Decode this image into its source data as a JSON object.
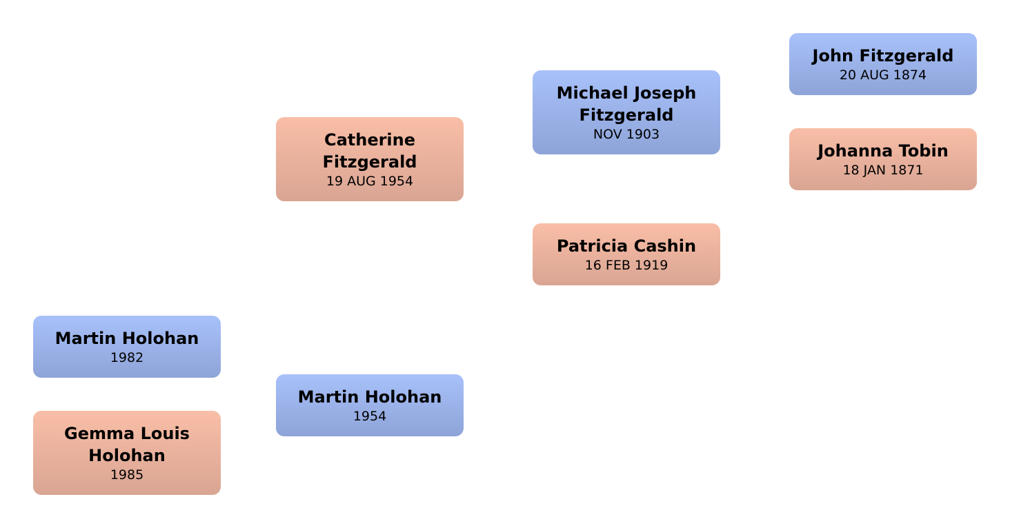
{
  "people": {
    "self": {
      "name": "Martin Holohan",
      "date": "1982",
      "gender": "male"
    },
    "spouse": {
      "name": "Gemma Louis Holohan",
      "date": "1985",
      "gender": "female"
    },
    "mother": {
      "name": "Catherine Fitzgerald",
      "date": "19 AUG 1954",
      "gender": "female"
    },
    "father": {
      "name": "Martin Holohan",
      "date": "1954",
      "gender": "male"
    },
    "maternal_grandfather": {
      "name": "Michael Joseph Fitzgerald",
      "date": "NOV 1903",
      "gender": "male"
    },
    "maternal_grandmother": {
      "name": "Patricia Cashin",
      "date": "16 FEB 1919",
      "gender": "female"
    },
    "maternal_great_grandfather": {
      "name": "John Fitzgerald",
      "date": "20 AUG 1874",
      "gender": "male"
    },
    "maternal_great_grandmother": {
      "name": "Johanna Tobin",
      "date": "18 JAN 1871",
      "gender": "female"
    }
  },
  "colors": {
    "male_top": "#a8c1fa",
    "male_bottom": "#8ea4d8",
    "female_top": "#f9bea7",
    "female_bottom": "#d9a593"
  }
}
